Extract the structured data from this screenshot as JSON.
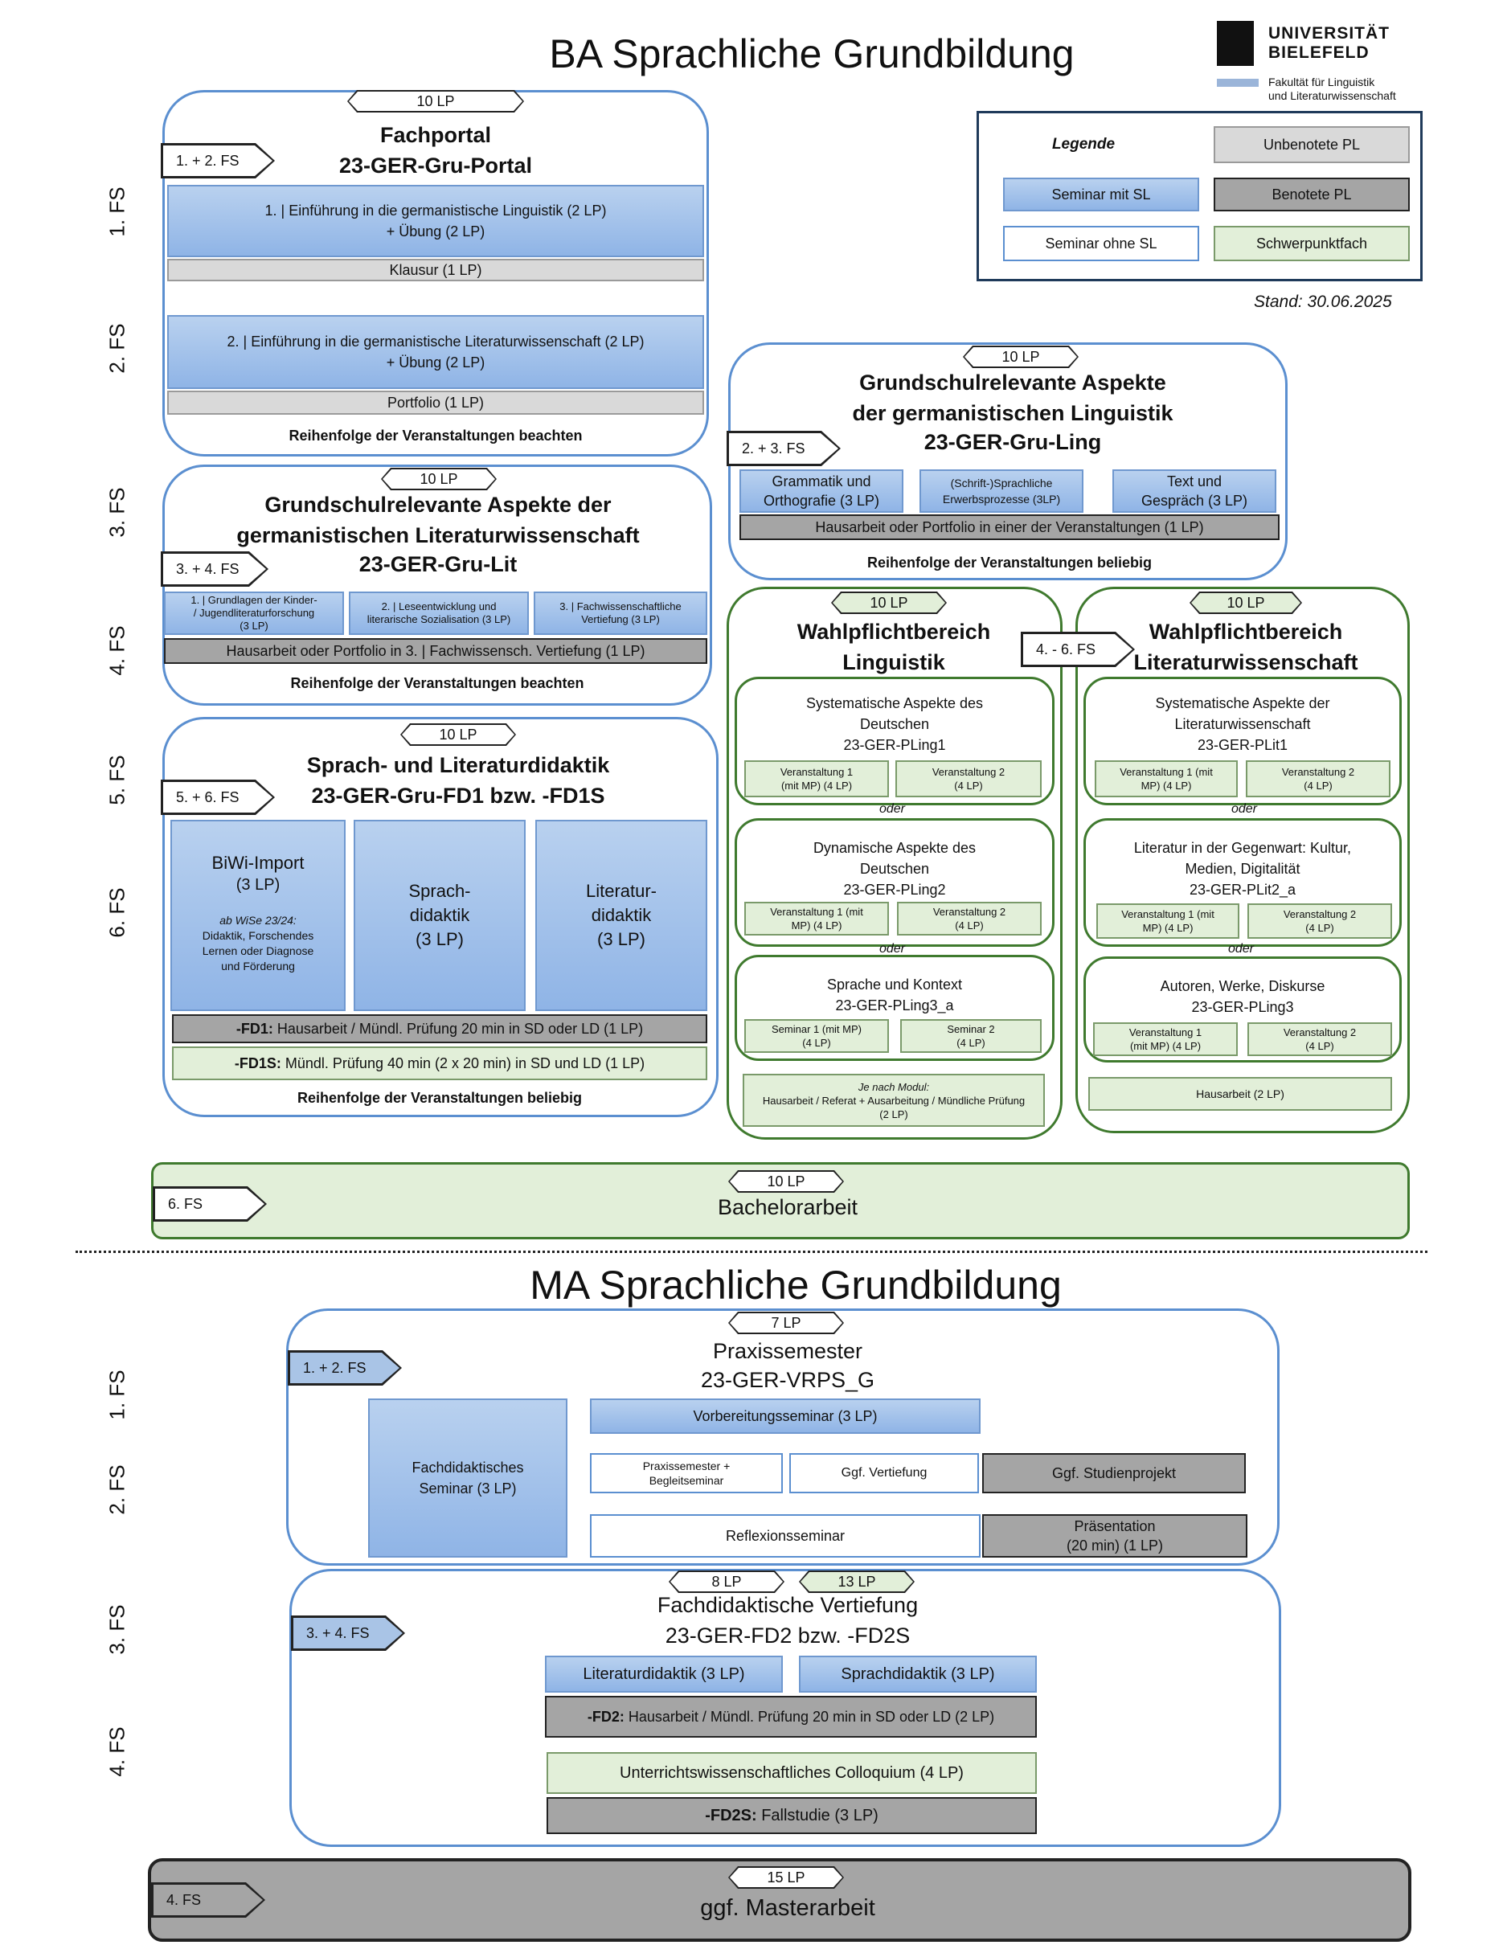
{
  "ba_title": "BA Sprachliche Grundbildung",
  "ma_title": "MA Sprachliche Grundbildung",
  "logo": {
    "line1": "UNIVERSITÄT",
    "line2": "BIELEFELD",
    "faculty1": "Fakultät für Linguistik",
    "faculty2": "und Literaturwissenschaft"
  },
  "legend": {
    "title": "Legende",
    "unbenotet": "Unbenotete PL",
    "seminar_sl": "Seminar mit SL",
    "benotet": "Benotete PL",
    "seminar_ohne": "Seminar ohne SL",
    "schwerpunkt": "Schwerpunktfach",
    "colors": {
      "blue": "#8fb4e6",
      "light_grey": "#d9d9d9",
      "dark_grey": "#a5a5a5",
      "light_green": "#e2efd9"
    }
  },
  "stand": "Stand: 30.06.2025",
  "fs_labels": {
    "fs1": "1. FS",
    "fs2": "2. FS",
    "fs3": "3. FS",
    "fs4": "4. FS",
    "fs5": "5. FS",
    "fs6": "6. FS"
  },
  "portal": {
    "lp": "10 LP",
    "sem": "1. + 2. FS",
    "title1": "Fachportal",
    "title2": "23-GER-Gru-Portal",
    "c1_line1": "1. | Einführung in die germanistische Linguistik (2 LP)",
    "c1_line2": "+ Übung (2 LP)",
    "klausur": "Klausur (1 LP)",
    "c2_line1": "2. | Einführung in die germanistische Literaturwissenschaft (2 LP)",
    "c2_line2": "+ Übung (2 LP)",
    "portfolio": "Portfolio (1 LP)",
    "note": "Reihenfolge der Veranstaltungen  beachten"
  },
  "lit": {
    "lp": "10 LP",
    "sem": "3. + 4. FS",
    "title1": "Grundschulrelevante Aspekte der",
    "title2": "germanistischen Literaturwissenschaft",
    "title3": "23-GER-Gru-Lit",
    "c1_l1": "1. | Grundlagen der Kinder-",
    "c1_l2": "/ Jugendliteraturforschung",
    "c1_l3": "(3 LP)",
    "c2_l1": "2. | Leseentwicklung und",
    "c2_l2": "literarische Sozialisation (3 LP)",
    "c3_l1": "3. | Fachwissenschaftliche",
    "c3_l2": "Vertiefung (3 LP)",
    "exam": "Hausarbeit oder Portfolio in 3. | Fachwissensch. Vertiefung (1 LP)",
    "note": "Reihenfolge der Veranstaltungen beachten"
  },
  "ling": {
    "lp": "10 LP",
    "sem": "2. + 3. FS",
    "title1": "Grundschulrelevante Aspekte",
    "title2": "der germanistischen Linguistik",
    "title3": "23-GER-Gru-Ling",
    "c1_l1": "Grammatik und",
    "c1_l2": "Orthografie (3 LP)",
    "c2_l1": "(Schrift-)Sprachliche",
    "c2_l2": "Erwerbsprozesse (3LP)",
    "c3_l1": "Text und",
    "c3_l2": "Gespräch (3 LP)",
    "exam": "Hausarbeit oder Portfolio in einer der Veranstaltungen (1 LP)",
    "note": "Reihenfolge der Veranstaltungen beliebig"
  },
  "fd1": {
    "lp": "10 LP",
    "sem": "5. + 6. FS",
    "title1": "Sprach- und Literaturdidaktik",
    "title2": "23-GER-Gru-FD1 bzw. -FD1S",
    "biwi_l1": "BiWi-Import",
    "biwi_l2": "(3 LP)",
    "biwi_note1": "ab WiSe 23/24:",
    "biwi_note2": "Didaktik, Forschendes",
    "biwi_note3": "Lernen oder Diagnose",
    "biwi_note4": "und Förderung",
    "sprach_l1": "Sprach-",
    "sprach_l2": "didaktik",
    "sprach_l3": "(3 LP)",
    "lit_l1": "Literatur-",
    "lit_l2": "didaktik",
    "lit_l3": "(3 LP)",
    "exam1_bold": "-FD1:",
    "exam1_text": " Hausarbeit / Mündl. Prüfung 20 min in SD oder LD (1 LP)",
    "exam2_bold": "-FD1S:",
    "exam2_text": " Mündl. Prüfung 40 min (2 x 20 min) in SD und LD (1 LP)",
    "note": "Reihenfolge der Veranstaltungen beliebig"
  },
  "wpl": {
    "lp": "10 LP",
    "title1": "Wahlpflichtbereich",
    "title2": "Linguistik",
    "m1_l1": "Systematische Aspekte des",
    "m1_l2": "Deutschen",
    "m1_l3": "23-GER-PLing1",
    "m1_v1a": "Veranstaltung 1",
    "m1_v1b": "(mit MP) (4 LP)",
    "m1_v2a": "Veranstaltung 2",
    "m1_v2b": "(4 LP)",
    "oder": "oder",
    "m2_l1": "Dynamische Aspekte des",
    "m2_l2": "Deutschen",
    "m2_l3": "23-GER-PLing2",
    "m2_v1a": "Veranstaltung 1 (mit",
    "m2_v1b": "MP) (4 LP)",
    "m2_v2a": "Veranstaltung 2",
    "m2_v2b": "(4 LP)",
    "m3_l1": "Sprache und Kontext",
    "m3_l2": "23-GER-PLing3_a",
    "m3_v1a": "Seminar 1 (mit MP)",
    "m3_v1b": "(4 LP)",
    "m3_v2a": "Seminar 2",
    "m3_v2b": "(4 LP)",
    "exam_l1": "Je nach Modul:",
    "exam_l2": "Hausarbeit / Referat + Ausarbeitung / Mündliche Prüfung",
    "exam_l3": "(2 LP)"
  },
  "wplit": {
    "lp": "10 LP",
    "sem": "4. - 6. FS",
    "title1": "Wahlpflichtbereich",
    "title2": "Literaturwissenschaft",
    "m1_l1": "Systematische Aspekte der",
    "m1_l2": "Literaturwissenschaft",
    "m1_l3": "23-GER-PLit1",
    "m1_v1a": "Veranstaltung 1 (mit",
    "m1_v1b": "MP) (4 LP)",
    "m1_v2a": "Veranstaltung 2",
    "m1_v2b": "(4 LP)",
    "oder": "oder",
    "m2_l1": "Literatur in der Gegenwart: Kultur,",
    "m2_l2": "Medien, Digitalität",
    "m2_l3": "23-GER-PLit2_a",
    "m2_v1a": "Veranstaltung 1 (mit",
    "m2_v1b": "MP) (4 LP)",
    "m2_v2a": "Veranstaltung 2",
    "m2_v2b": "(4 LP)",
    "m3_l1": "Autoren, Werke, Diskurse",
    "m3_l2": "23-GER-PLing3",
    "m3_v1a": "Veranstaltung 1",
    "m3_v1b": "(mit MP) (4 LP)",
    "m3_v2a": "Veranstaltung 2",
    "m3_v2b": "(4 LP)",
    "exam": "Hausarbeit (2 LP)"
  },
  "ba_thesis": {
    "lp": "10 LP",
    "sem": "6. FS",
    "title": "Bachelorarbeit"
  },
  "praxis": {
    "lp": "7 LP",
    "sem": "1. + 2. FS",
    "title1": "Praxissemester",
    "title2": "23-GER-VRPS_G",
    "fachdid_l1": "Fachdidaktisches",
    "fachdid_l2": "Seminar (3 LP)",
    "vorb": "Vorbereitungsseminar (3 LP)",
    "begl_l1": "Praxissemester +",
    "begl_l2": "Begleitseminar",
    "vertiefung": "Ggf. Vertiefung",
    "studienprojekt": "Ggf. Studienprojekt",
    "reflexion": "Reflexionsseminar",
    "praes_l1": "Präsentation",
    "praes_l2": "(20 min) (1 LP)"
  },
  "fd2": {
    "lp1": "8 LP",
    "lp2": "13 LP",
    "sem": "3. + 4. FS",
    "title1": "Fachdidaktische Vertiefung",
    "title2": "23-GER-FD2 bzw. -FD2S",
    "litdid": "Literaturdidaktik (3 LP)",
    "sprachdid": "Sprachdidaktik (3 LP)",
    "exam1_bold": "-FD2:",
    "exam1_text": " Hausarbeit / Mündl. Prüfung 20 min in SD oder LD (2 LP)",
    "colloq": "Unterrichtswissenschaftliches Colloquium (4 LP)",
    "exam2_bold": "-FD2S:",
    "exam2_text": " Fallstudie (3 LP)"
  },
  "ma_thesis": {
    "lp": "15 LP",
    "sem": "4. FS",
    "title": "ggf. Masterarbeit"
  }
}
